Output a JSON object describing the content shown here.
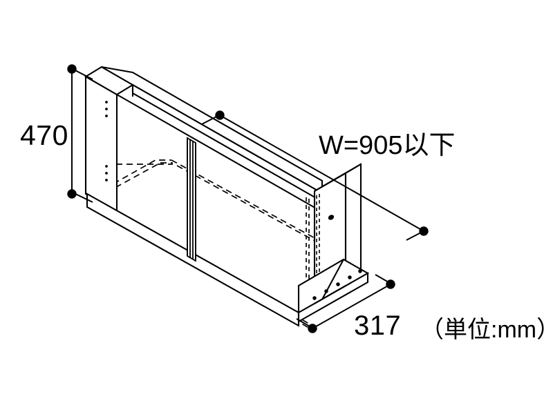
{
  "drawing": {
    "type": "isometric-technical-drawing",
    "subject": "wall-mounted-shelf-unit-frame",
    "unit_note": "（単位:mm）",
    "dimensions": {
      "height": {
        "label": "470",
        "value": 470,
        "unit": "mm",
        "axis": "vertical",
        "name": "height"
      },
      "width": {
        "label": "W=905以下",
        "value": 905,
        "unit": "mm",
        "axis": "horizontal",
        "name": "width",
        "qualifier": "以下"
      },
      "depth": {
        "label": "317",
        "value": 317,
        "unit": "mm",
        "axis": "depth",
        "name": "depth"
      }
    },
    "features": {
      "left_panel": "left-side-panel",
      "right_panel": "right-side-panel",
      "center_divider": "center-divider-panel",
      "bottom_shelf": "bottom-shelf",
      "top_rail": "top-rail",
      "screw_holes": 2
    },
    "colors": {
      "line": "#000000",
      "background": "#ffffff",
      "fill": "#ffffff"
    }
  }
}
